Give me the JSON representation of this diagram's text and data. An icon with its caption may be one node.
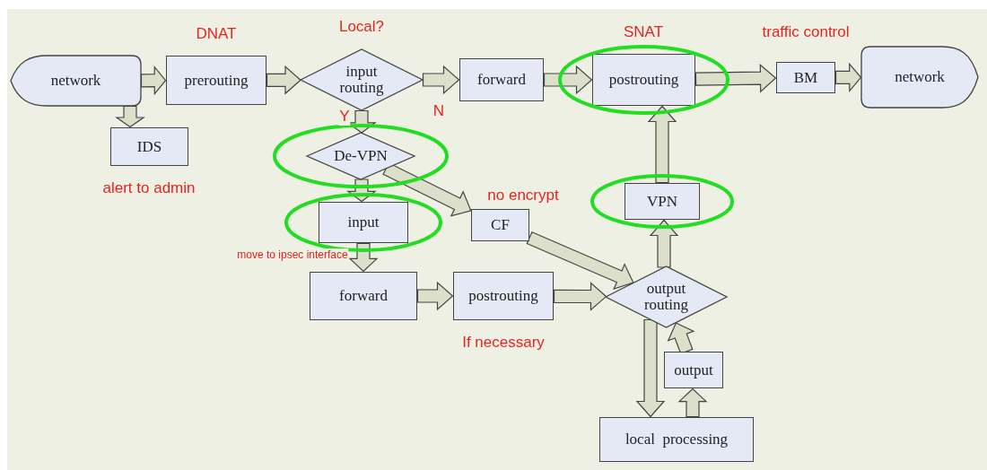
{
  "diagram": {
    "nodes": [
      {
        "text": [
          "network"
        ]
      },
      {
        "text": [
          "prerouting"
        ],
        "beside": [
          "DNAT"
        ]
      },
      {
        "text": [
          "input routing"
        ],
        "beside": [
          "Local?"
        ]
      },
      {
        "text": [
          "forward"
        ]
      },
      {
        "text": [
          "postrouting"
        ],
        "beside": [
          "SNAT"
        ]
      },
      {
        "text": [
          "BM"
        ],
        "beside": [
          "traffic control"
        ]
      },
      {
        "text": [
          "network"
        ]
      },
      {
        "text": [
          "IDS"
        ],
        "beside": [
          "alert to admin"
        ]
      },
      {
        "text": [
          "De-VPN"
        ]
      },
      {
        "text": [
          "input"
        ]
      },
      {
        "text": [
          "CF"
        ]
      },
      {
        "text": [
          "VPN"
        ]
      },
      {
        "text": [
          "forward"
        ]
      },
      {
        "text": [
          "postrouting"
        ],
        "beside": [
          "If necessary"
        ]
      },
      {
        "text": [
          "output routing"
        ]
      },
      {
        "text": [
          "output"
        ]
      },
      {
        "text": [
          "local  processing"
        ]
      }
    ],
    "edges": [
      {
        "from": 0,
        "to": 1,
        "arrow": "to"
      },
      {
        "from": 0,
        "to": 7,
        "arrow": "to"
      },
      {
        "from": 1,
        "to": 2,
        "arrow": "to"
      },
      {
        "from": 2,
        "to": 3,
        "arrow": "to",
        "label": "N"
      },
      {
        "from": 3,
        "to": 4,
        "arrow": "to"
      },
      {
        "from": 4,
        "to": 5,
        "arrow": "to"
      },
      {
        "from": 5,
        "to": 6,
        "arrow": "to"
      },
      {
        "from": 2,
        "to": 8,
        "arrow": "to",
        "label": "Y"
      },
      {
        "from": 8,
        "to": 9,
        "arrow": "to"
      },
      {
        "from": 8,
        "to": 10,
        "arrow": "to",
        "label": "no encrypt"
      },
      {
        "from": 9,
        "to": 12,
        "arrow": "to",
        "label": "move to ipsec interface"
      },
      {
        "from": 12,
        "to": 13,
        "arrow": "to"
      },
      {
        "from": 13,
        "to": 14,
        "arrow": "to"
      },
      {
        "from": 10,
        "to": 14,
        "arrow": "to"
      },
      {
        "from": 14,
        "to": 11,
        "arrow": "to"
      },
      {
        "from": 11,
        "to": 4,
        "arrow": "to"
      },
      {
        "from": 14,
        "to": 16,
        "arrow": "to"
      },
      {
        "from": 16,
        "to": 15,
        "arrow": "to"
      },
      {
        "from": 15,
        "to": 14,
        "arrow": "to"
      }
    ]
  }
}
